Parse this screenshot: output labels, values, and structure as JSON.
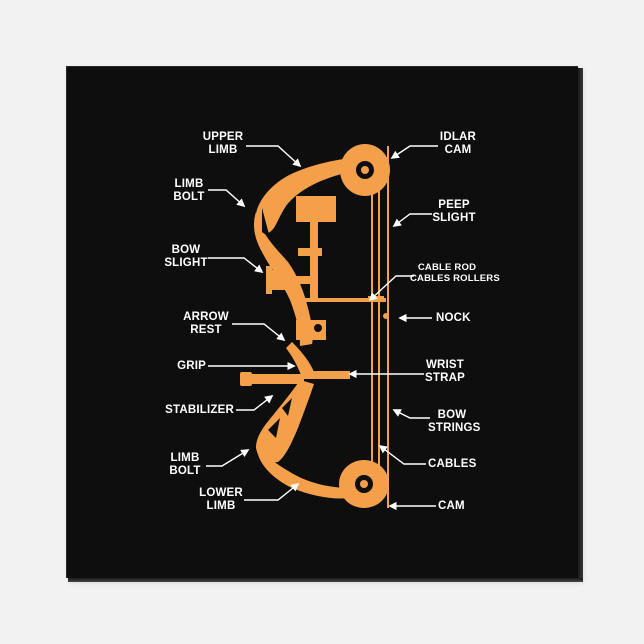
{
  "labels": {
    "upper_limb": "UPPER\nLIMB",
    "limb_bolt_top": "LIMB\nBOLT",
    "bow_slight": "BOW\nSLIGHT",
    "arrow_rest": "ARROW\nREST",
    "grip": "GRIP",
    "stabilizer": "STABILIZER",
    "limb_bolt_bottom": "LIMB\nBOLT",
    "lower_limb": "LOWER\nLIMB",
    "idlar_cam": "IDLAR\nCAM",
    "peep_slight": "PEEP\nSLIGHT",
    "cable_rod": "CABLE ROD\nCABLES ROLLERS",
    "nock": "NOCK",
    "wrist_strap": "WRIST\nSTRAP",
    "bow_strings": "BOW\nSTRINGS",
    "cables": "CABLES",
    "cam": "CAM"
  },
  "colors": {
    "background": "#0e0e0e",
    "bow": "#f4a04a",
    "text": "#ffffff",
    "frame": "#f2f2f2"
  }
}
